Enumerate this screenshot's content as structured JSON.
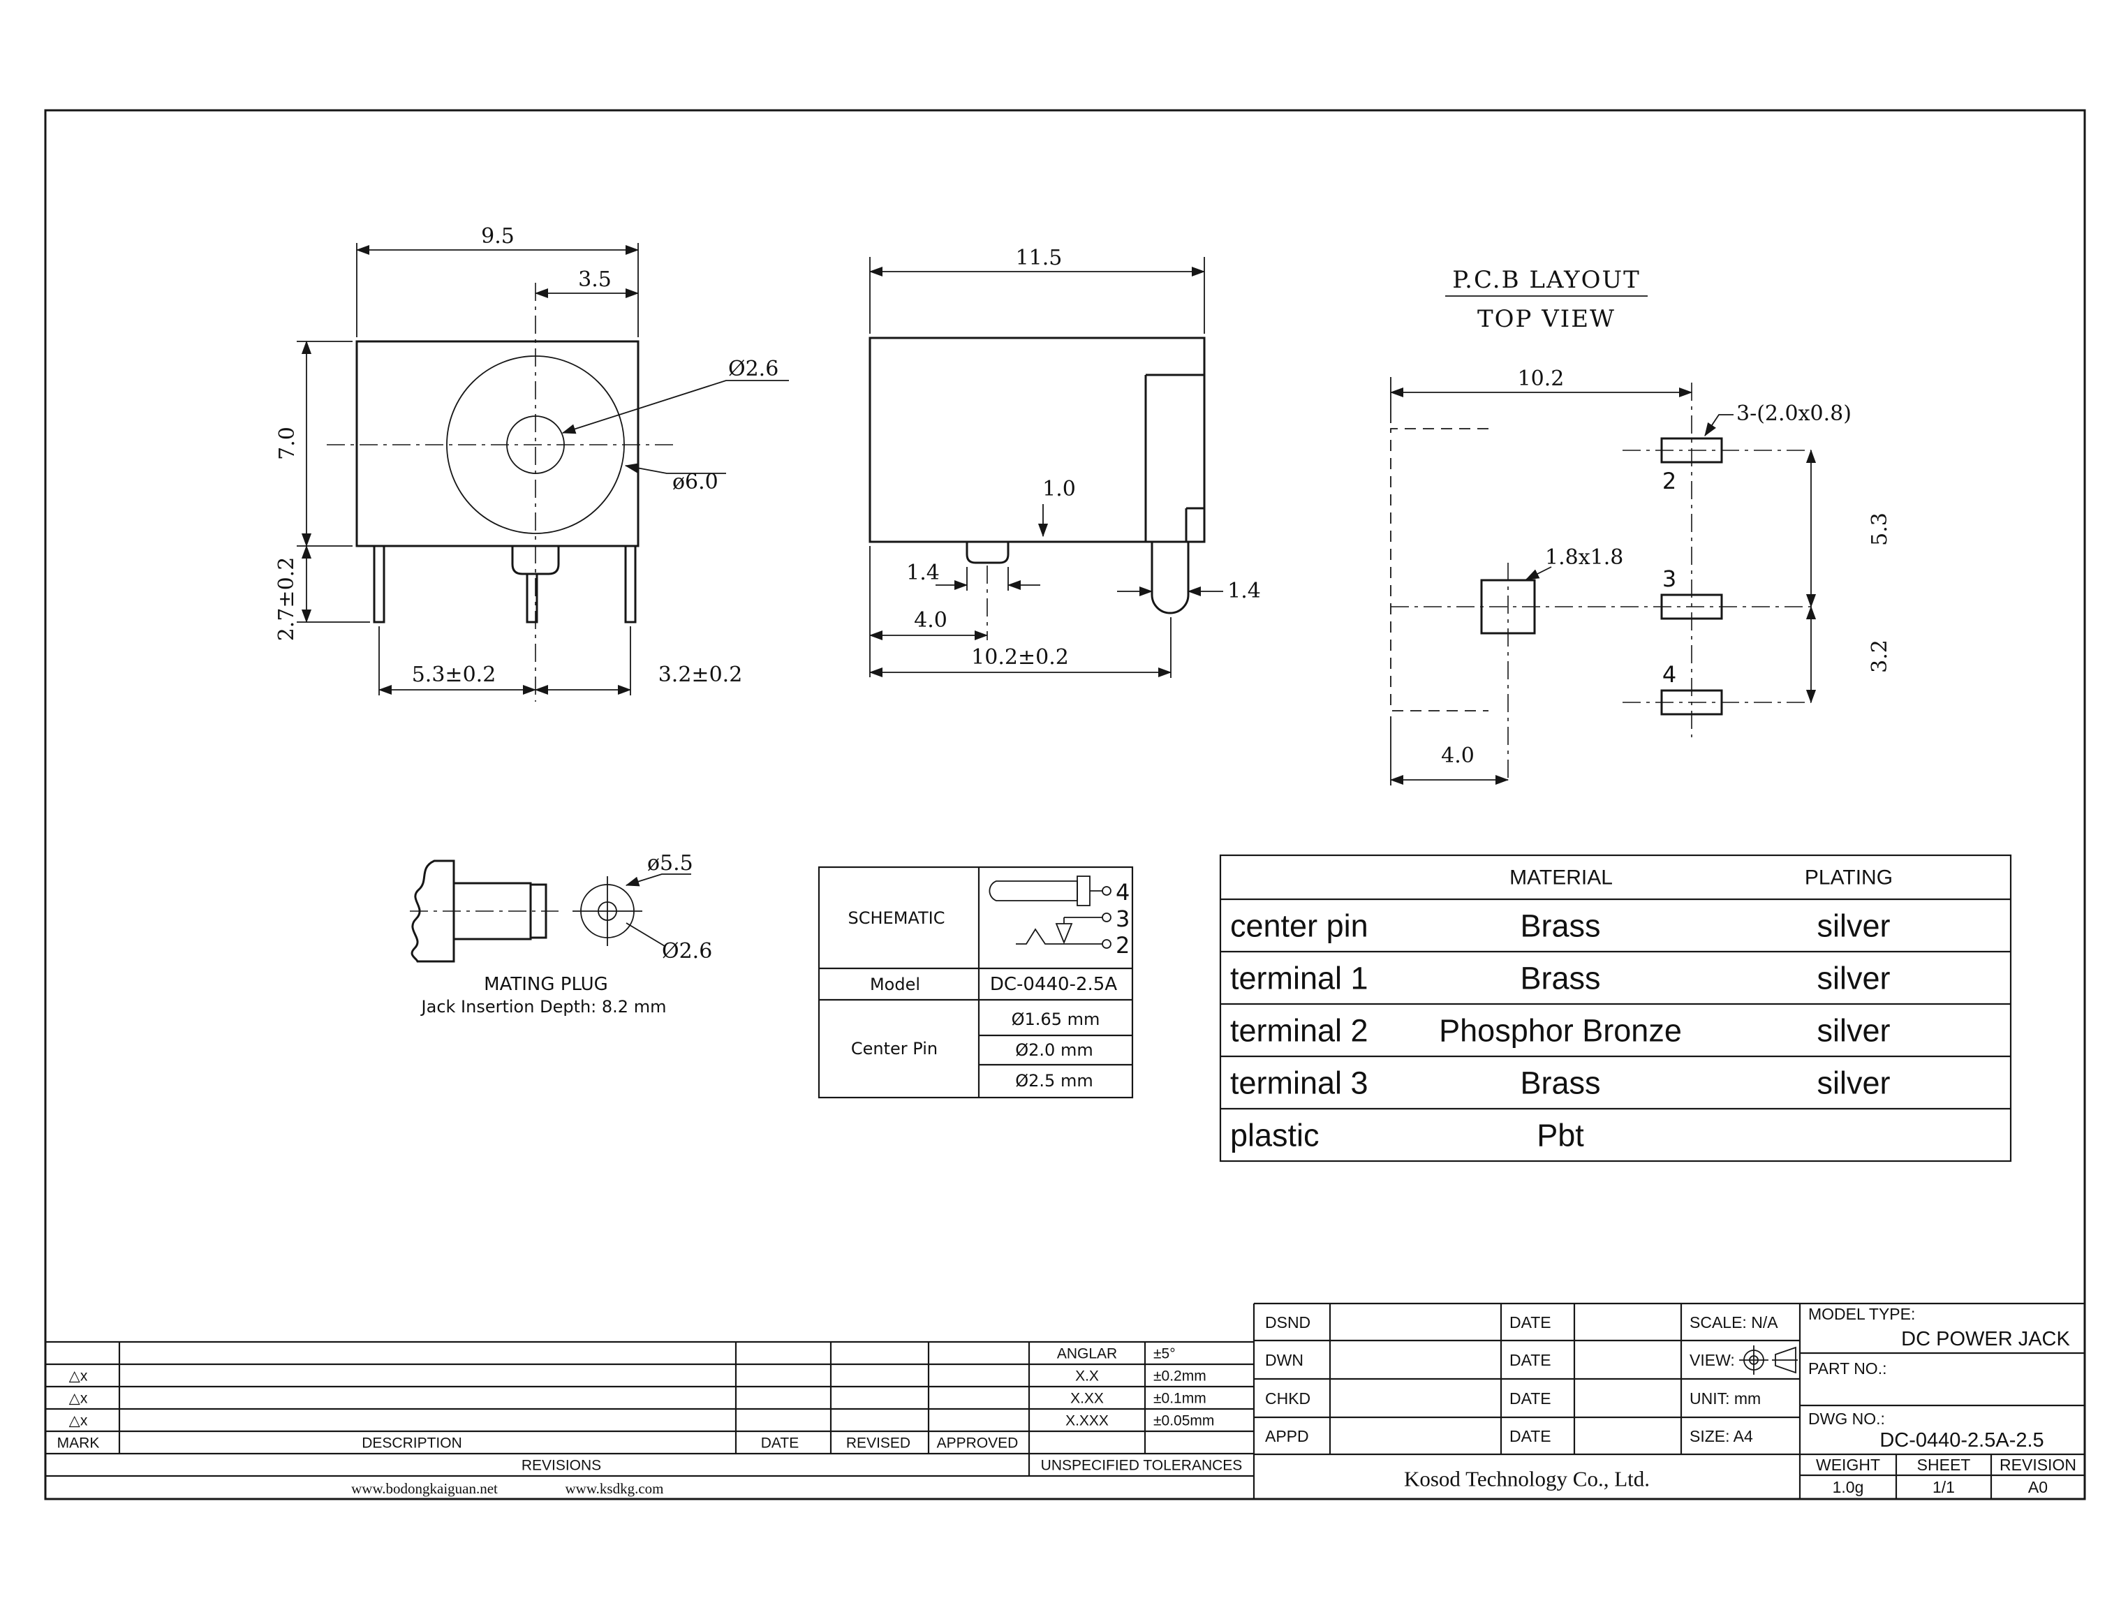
{
  "front_view": {
    "dim_width": "9.5",
    "dim_center_to_right": "3.5",
    "label_center_hole": "Ø2.6",
    "label_barrel": "ø6.0",
    "dim_height": "7.0",
    "dim_pin_length": "2.7±0.2",
    "dim_pitch_left": "5.3±0.2",
    "dim_pitch_right": "3.2±0.2"
  },
  "side_view": {
    "dim_width": "11.5",
    "dim_wall": "1.0",
    "dim_stub_width": "1.4",
    "dim_stub_offset": "4.0",
    "dim_overall": "10.2±0.2",
    "dim_terminal_width": "1.4"
  },
  "pcb_view": {
    "title_line1": "P.C.B LAYOUT",
    "title_line2": "TOP VIEW",
    "dim_width": "10.2",
    "label_pads": "3-(2.0x0.8)",
    "label_square_pad": "1.8x1.8",
    "dim_pitch_upper": "5.3",
    "dim_pitch_lower": "3.2",
    "dim_offset": "4.0",
    "pin2": "2",
    "pin3": "3",
    "pin4": "4"
  },
  "mating_plug": {
    "label_outer": "ø5.5",
    "label_inner": "Ø2.6",
    "title": "MATING PLUG",
    "subtitle": "Jack Insertion Depth: 8.2 mm"
  },
  "spec_table": {
    "schematic_label": "SCHEMATIC",
    "schematic_pins": {
      "p4": "4",
      "p3": "3",
      "p2": "2"
    },
    "model_label": "Model",
    "model_value": "DC-0440-2.5A",
    "center_pin_label": "Center Pin",
    "center_pin_options": [
      "Ø1.65 mm",
      "Ø2.0 mm",
      "Ø2.5 mm"
    ]
  },
  "material_table": {
    "col_material": "MATERIAL",
    "col_plating": "PLATING",
    "rows": [
      {
        "part": "center pin",
        "material": "Brass",
        "plating": "silver"
      },
      {
        "part": "terminal 1",
        "material": "Brass",
        "plating": "silver"
      },
      {
        "part": "terminal 2",
        "material": "Phosphor Bronze",
        "plating": "silver"
      },
      {
        "part": "terminal 3",
        "material": "Brass",
        "plating": "silver"
      },
      {
        "part": "plastic",
        "material": "Pbt",
        "plating": ""
      }
    ]
  },
  "title_block": {
    "mark_rows": [
      "△x",
      "△x",
      "△x"
    ],
    "mark_label": "MARK",
    "description_label": "DESCRIPTION",
    "date_label": "DATE",
    "revised_label": "REVISED",
    "approved_label": "APPROVED",
    "revisions_label": "REVISIONS",
    "websites": [
      "www.bodongkaiguan.net",
      "www.ksdkg.com"
    ],
    "tolerances": {
      "rows": [
        [
          "ANGLAR",
          "±5°"
        ],
        [
          "X.X",
          "±0.2mm"
        ],
        [
          "X.XX",
          "±0.1mm"
        ],
        [
          "X.XXX",
          "±0.05mm"
        ]
      ],
      "footer": "UNSPECIFIED TOLERANCES"
    },
    "sign_rows": [
      {
        "label": "DSND",
        "date": "DATE"
      },
      {
        "label": "DWN",
        "date": "DATE"
      },
      {
        "label": "CHKD",
        "date": "DATE"
      },
      {
        "label": "APPD",
        "date": "DATE"
      }
    ],
    "scale": "SCALE: N/A",
    "view_label": "VIEW:",
    "unit": "UNIT: mm",
    "size": "SIZE: A4",
    "company": "Kosod Technology Co., Ltd.",
    "model_type_label": "MODEL TYPE:",
    "model_type_value": "DC POWER JACK",
    "part_no_label": "PART NO.:",
    "dwg_no_label": "DWG NO.:",
    "dwg_no_value": "DC-0440-2.5A-2.5",
    "weight_label": "WEIGHT",
    "sheet_label": "SHEET",
    "revision_label": "REVISION",
    "weight_value": "1.0g",
    "sheet_value": "1/1",
    "revision_value": "A0"
  }
}
